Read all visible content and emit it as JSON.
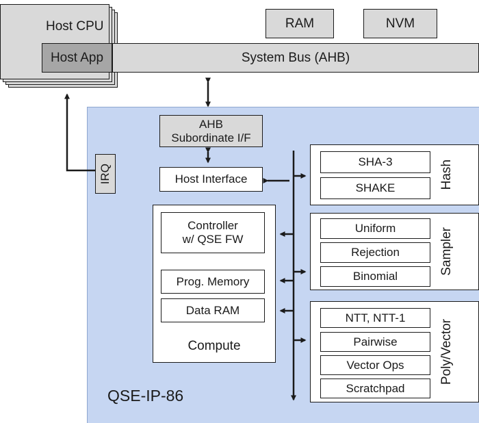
{
  "host": {
    "cpu_label": "Host CPU",
    "app_label": "Host App"
  },
  "memory": {
    "ram_label": "RAM",
    "nvm_label": "NVM"
  },
  "bus": {
    "label": "System Bus (AHB)"
  },
  "ip_core": {
    "name": "QSE-IP-86",
    "irq_label": "IRQ",
    "ahb_if_line1": "AHB",
    "ahb_if_line2": "Subordinate I/F",
    "host_interface_label": "Host Interface",
    "compute": {
      "title": "Compute",
      "controller_line1": "Controller",
      "controller_line2": "w/ QSE FW",
      "prog_memory": "Prog. Memory",
      "data_ram": "Data RAM"
    },
    "hash": {
      "title": "Hash",
      "items": [
        "SHA-3",
        "SHAKE"
      ]
    },
    "sampler": {
      "title": "Sampler",
      "items": [
        "Uniform",
        "Rejection",
        "Binomial"
      ]
    },
    "poly_vector": {
      "title": "Poly/Vector",
      "items": [
        "NTT, NTT-1",
        "Pairwise",
        "Vector Ops",
        "Scratchpad"
      ]
    }
  },
  "colors": {
    "panel": "#c6d6f2",
    "gray_box": "#d9d9d9",
    "dark_gray_box": "#a6a6a6",
    "line": "#1a1a1a"
  }
}
